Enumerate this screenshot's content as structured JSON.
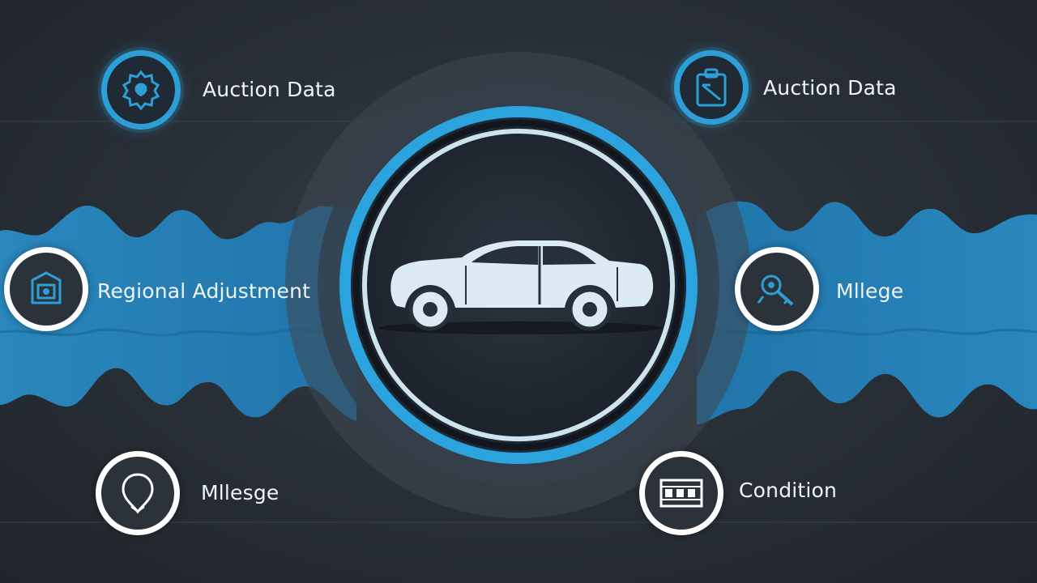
{
  "nodes": [
    {
      "label": "Auction Data",
      "icon": "shield-badge-icon"
    },
    {
      "label": "Auction Data",
      "icon": "clipboard-icon"
    },
    {
      "label": "Regional Adjustment",
      "icon": "box-tag-icon"
    },
    {
      "label": "Mllege",
      "icon": "key-gear-icon"
    },
    {
      "label": "Mllesge",
      "icon": "location-pin-icon"
    },
    {
      "label": "Condition",
      "icon": "film-strip-icon"
    }
  ],
  "center": {
    "icon": "car-icon"
  },
  "colors": {
    "accent": "#2d9fd6",
    "wave": "#2788bf",
    "background": "#2a3038",
    "text": "#eef4f8"
  }
}
